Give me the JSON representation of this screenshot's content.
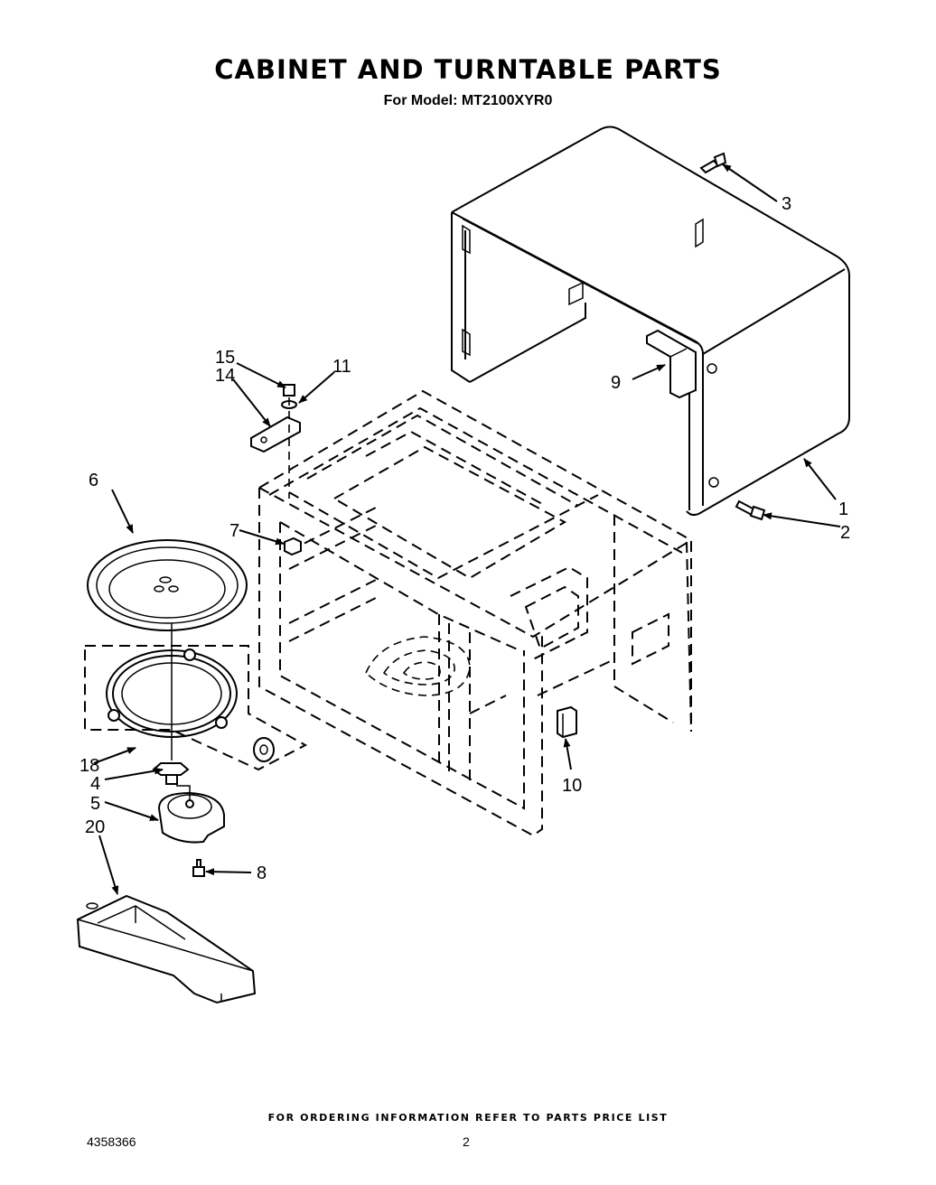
{
  "header": {
    "title": "CABINET AND TURNTABLE PARTS",
    "subtitle": "For Model: MT2100XYR0"
  },
  "callouts": [
    {
      "id": "c1",
      "label": "1"
    },
    {
      "id": "c2",
      "label": "2"
    },
    {
      "id": "c3",
      "label": "3"
    },
    {
      "id": "c4",
      "label": "4"
    },
    {
      "id": "c5",
      "label": "5"
    },
    {
      "id": "c6",
      "label": "6"
    },
    {
      "id": "c7",
      "label": "7"
    },
    {
      "id": "c8",
      "label": "8"
    },
    {
      "id": "c9",
      "label": "9"
    },
    {
      "id": "c10",
      "label": "10"
    },
    {
      "id": "c11",
      "label": "11"
    },
    {
      "id": "c14",
      "label": "14"
    },
    {
      "id": "c15",
      "label": "15"
    },
    {
      "id": "c18",
      "label": "18"
    },
    {
      "id": "c20",
      "label": "20"
    }
  ],
  "footer": {
    "note": "FOR ORDERING INFORMATION REFER TO PARTS PRICE LIST",
    "doc_number": "4358366",
    "page_number": "2"
  }
}
